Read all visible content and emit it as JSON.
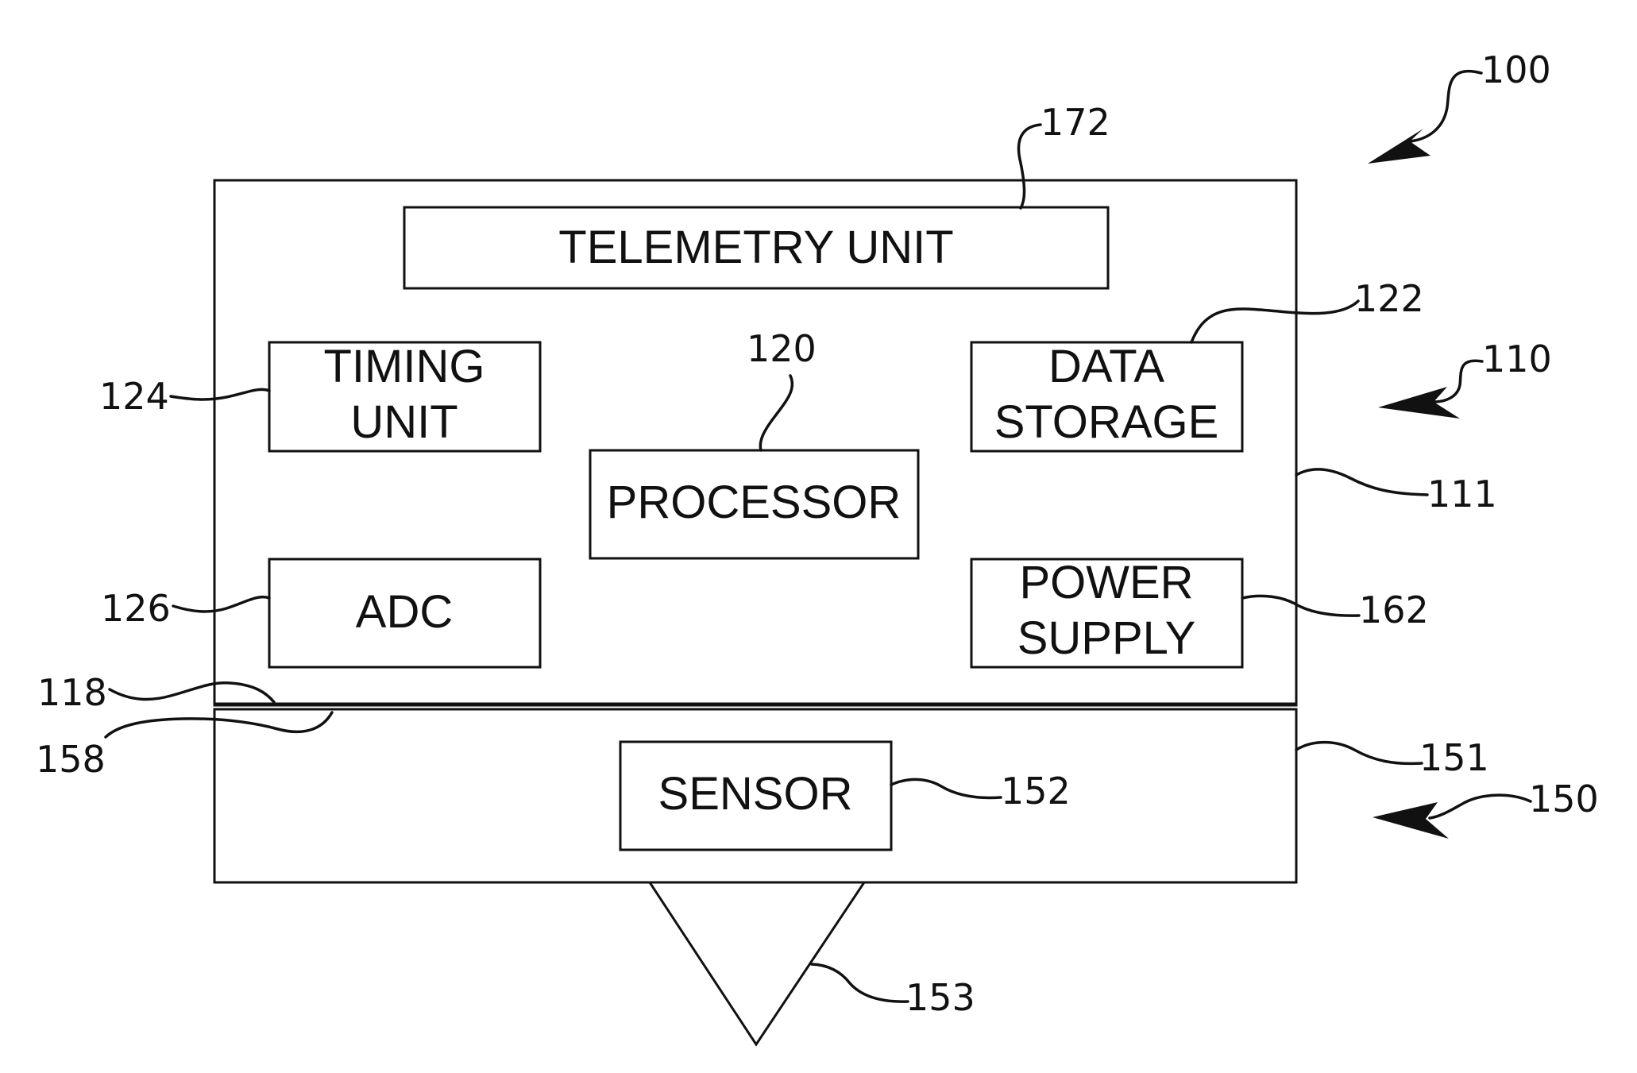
{
  "blocks": {
    "telemetry": "TELEMETRY UNIT",
    "timing": [
      "TIMING",
      "UNIT"
    ],
    "processor": "PROCESSOR",
    "data_storage": [
      "DATA",
      "STORAGE"
    ],
    "adc": "ADC",
    "power_supply": [
      "POWER",
      "SUPPLY"
    ],
    "sensor": "SENSOR"
  },
  "refs": {
    "device": "100",
    "main_unit": "110",
    "main_housing": "111",
    "seal_top": "118",
    "processor": "120",
    "data_storage": "122",
    "timing": "124",
    "adc": "126",
    "sensor_module": "150",
    "sensor_housing": "151",
    "sensor": "152",
    "probe": "153",
    "seal_bottom": "158",
    "power_supply": "162",
    "telemetry": "172"
  }
}
